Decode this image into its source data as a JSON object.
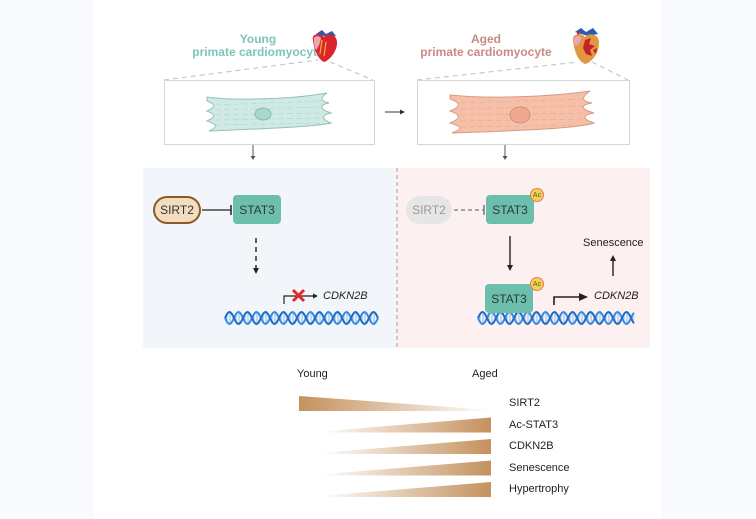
{
  "young": {
    "title_line1": "Young",
    "title_line2": "primate cardiomyocyte",
    "heart_icon": "heart-icon",
    "cell_icon": "cardiomyocyte-icon",
    "pathway": {
      "sirt2": "SIRT2",
      "stat3": "STAT3",
      "gene": "CDKN2B",
      "blocked_icon": "red-x-icon",
      "dna_icon": "dna-icon"
    }
  },
  "aged": {
    "title_line1": "Aged",
    "title_line2": "primate cardiomyocyte",
    "heart_icon": "heart-icon",
    "cell_icon": "cardiomyocyte-icon",
    "pathway": {
      "sirt2": "SIRT2",
      "stat3_top": "STAT3",
      "stat3_bottom": "STAT3",
      "ac_badge": "Ac",
      "gene": "CDKN2B",
      "outcome": "Senescence",
      "dna_icon": "dna-icon"
    }
  },
  "trend": {
    "left_label": "Young",
    "right_label": "Aged",
    "items": [
      {
        "label": "SIRT2",
        "direction": "decrease"
      },
      {
        "label": "Ac-STAT3",
        "direction": "increase"
      },
      {
        "label": "CDKN2B",
        "direction": "increase"
      },
      {
        "label": "Senescence",
        "direction": "increase"
      },
      {
        "label": "Hypertrophy",
        "direction": "increase"
      }
    ]
  },
  "colors": {
    "young_accent": "#7fc4b8",
    "aged_accent": "#c98a84",
    "stat3": "#6dbfad",
    "sirt2_fill": "#f3dcc0",
    "sirt2_border": "#8a5a2a",
    "wedge": "#c4915e",
    "dna": "#2f7fd6",
    "x_mark": "#e02a2a"
  }
}
